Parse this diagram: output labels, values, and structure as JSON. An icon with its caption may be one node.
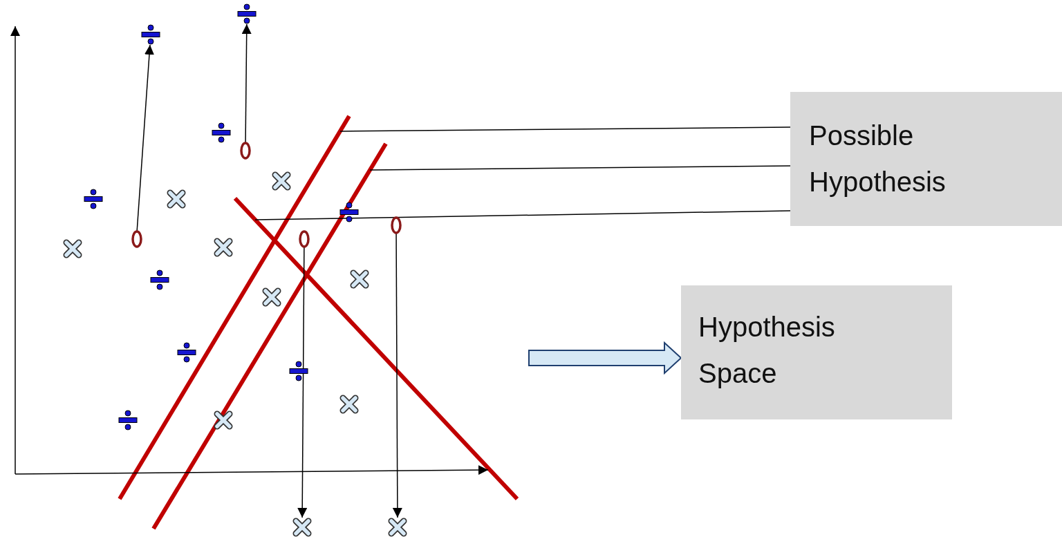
{
  "diagram": {
    "nodes": [
      {
        "text": [
          "Possible Hypothesis"
        ]
      },
      {
        "text": [
          "Hypothesis Space"
        ]
      },
      {
        "text": [],
        "shape": "circle"
      },
      {
        "text": [],
        "shape": "circle"
      },
      {
        "text": [],
        "shape": "circle"
      },
      {
        "text": [],
        "shape": "circle"
      },
      {
        "text": [],
        "shape": "plus"
      },
      {
        "text": [],
        "shape": "plus"
      },
      {
        "text": [],
        "shape": "cross"
      },
      {
        "text": [],
        "shape": "cross"
      }
    ],
    "edges": [
      {
        "from": 0,
        "to": null,
        "arrow": "none"
      },
      {
        "from": 0,
        "to": null,
        "arrow": "none"
      },
      {
        "from": 0,
        "to": null,
        "arrow": "none"
      },
      {
        "from": null,
        "to": 1,
        "arrow": "to",
        "style": "thick"
      },
      {
        "from": 2,
        "to": 6,
        "arrow": "to"
      },
      {
        "from": 3,
        "to": 7,
        "arrow": "to"
      },
      {
        "from": 4,
        "to": 8,
        "arrow": "to"
      },
      {
        "from": 5,
        "to": 9,
        "arrow": "to"
      }
    ]
  }
}
